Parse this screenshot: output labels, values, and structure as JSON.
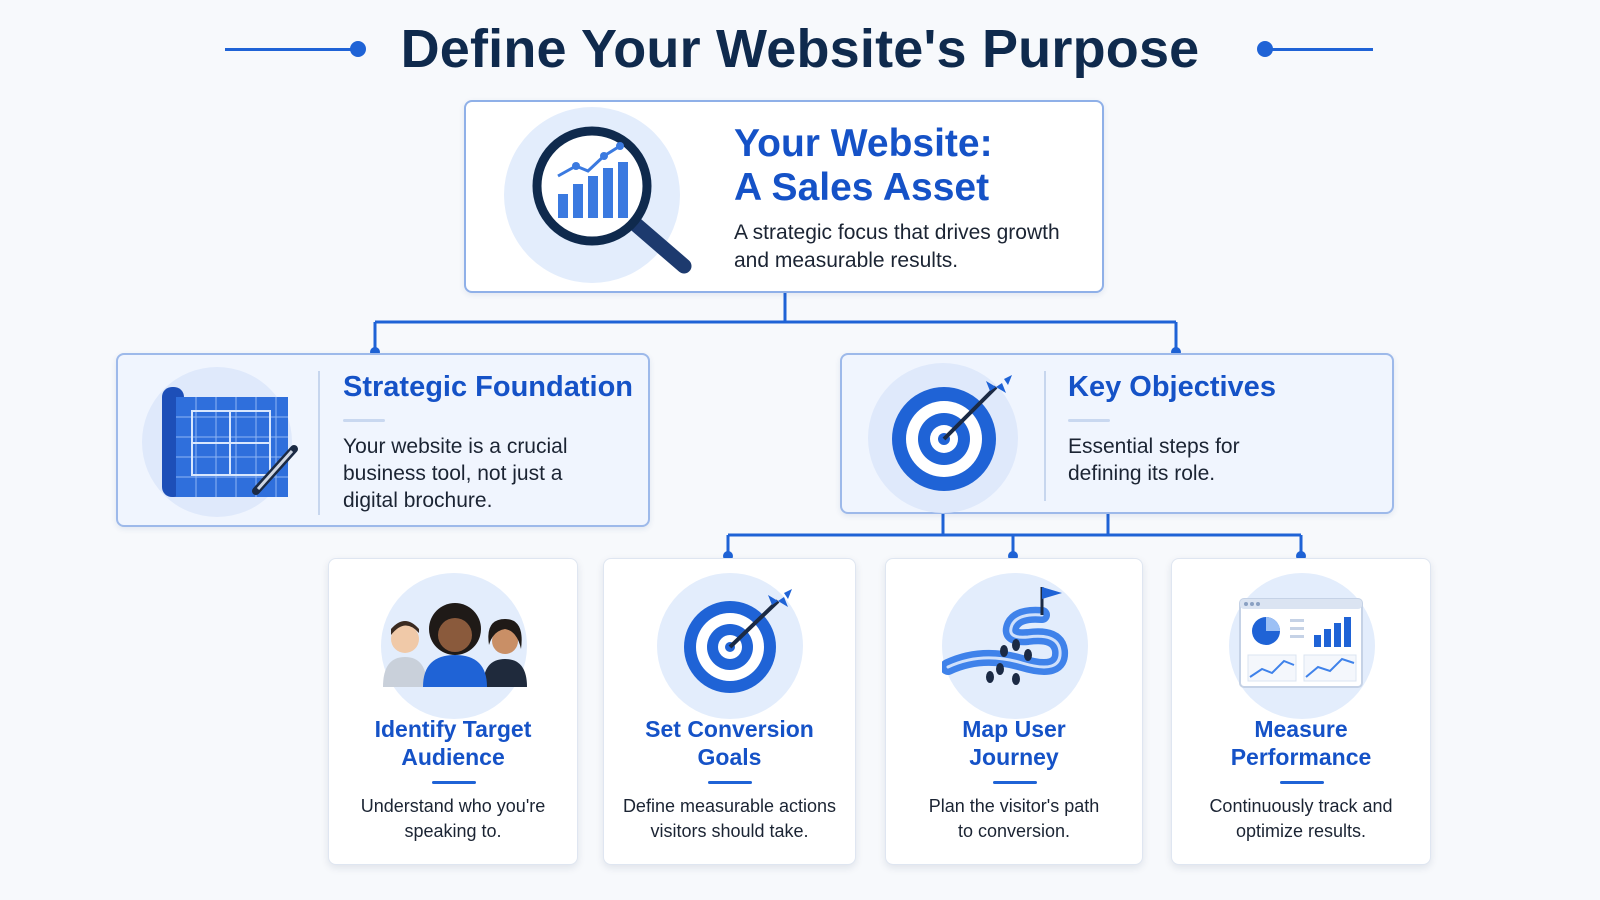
{
  "header": {
    "title": "Define Your Website's Purpose"
  },
  "hero": {
    "icon": "magnifying-glass-chart-icon",
    "title_line1": "Your Website:",
    "title_line2": "A Sales Asset",
    "description": "A strategic focus that drives growth and measurable results."
  },
  "strategic_foundation": {
    "icon": "blueprint-pencil-icon",
    "title": "Strategic Foundation",
    "description": "Your website is a crucial business tool, not just a digital brochure."
  },
  "key_objectives": {
    "icon": "target-arrow-icon",
    "title": "Key Objectives",
    "description": "Essential steps for defining its role."
  },
  "steps": [
    {
      "icon": "audience-people-icon",
      "title_line1": "Identify Target",
      "title_line2": "Audience",
      "description_line1": "Understand who you're",
      "description_line2": "speaking to."
    },
    {
      "icon": "target-arrow-icon",
      "title_line1": "Set Conversion",
      "title_line2": "Goals",
      "description_line1": "Define measurable actions",
      "description_line2": "visitors should take."
    },
    {
      "icon": "journey-path-flag-icon",
      "title_line1": "Map User",
      "title_line2": "Journey",
      "description_line1": "Plan the visitor's path",
      "description_line2": "to conversion."
    },
    {
      "icon": "analytics-dashboard-icon",
      "title_line1": "Measure",
      "title_line2": "Performance",
      "description_line1": "Continuously track and",
      "description_line2": "optimize results."
    }
  ],
  "colors": {
    "accent": "#1f63d6",
    "heading": "#1552c7",
    "title": "#0f2a4d",
    "card_border": "#8fb0e8",
    "icon_halo": "#e3edfc"
  }
}
